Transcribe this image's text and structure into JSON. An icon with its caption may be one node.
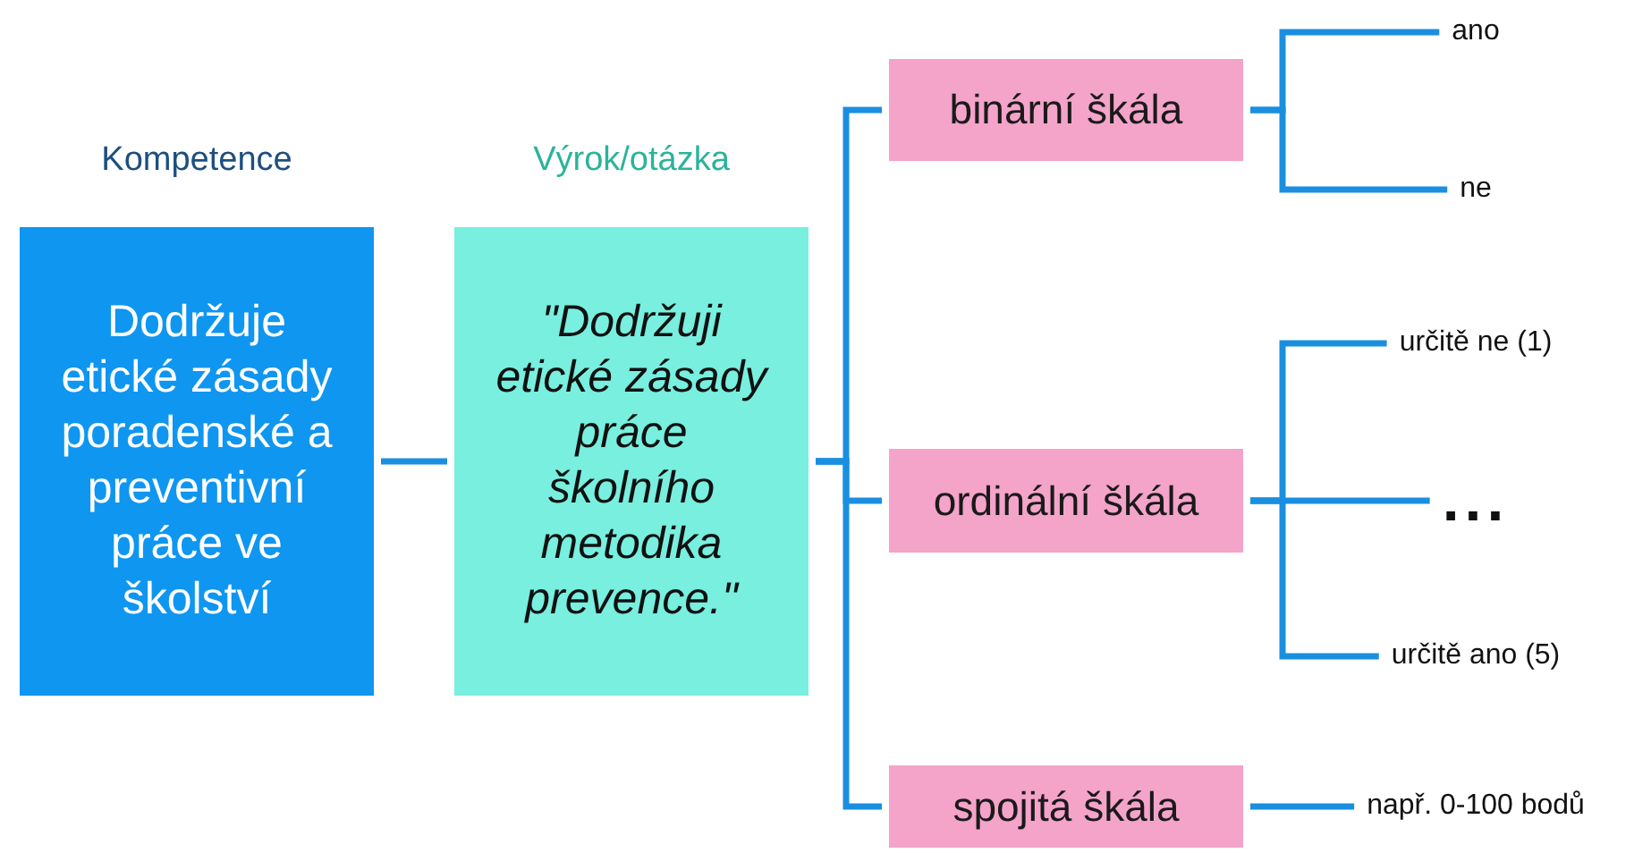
{
  "diagram": {
    "nodes": [
      {
        "text": [
          "Kompetence",
          "Dodržuje etické zásady poradenské a preventivní práce ve školství"
        ]
      },
      {
        "text": [
          "Výrok/otázka",
          "\"Dodržuji etické zásady práce školního metodika prevence.\""
        ]
      },
      {
        "text": [
          "binární škála"
        ]
      },
      {
        "text": [
          "ordinální škála"
        ]
      },
      {
        "text": [
          "spojitá škála"
        ]
      },
      {
        "text": [
          "ano"
        ]
      },
      {
        "text": [
          "ne"
        ]
      },
      {
        "text": [
          "určitě ne (1)"
        ]
      },
      {
        "text": [
          "..."
        ]
      },
      {
        "text": [
          "určitě ano (5)"
        ]
      },
      {
        "text": [
          "např. 0-100 bodů"
        ]
      }
    ],
    "edges": [
      {
        "from": 0,
        "to": 1,
        "arrow": "none"
      },
      {
        "from": 1,
        "to": 2,
        "arrow": "none"
      },
      {
        "from": 1,
        "to": 3,
        "arrow": "none"
      },
      {
        "from": 1,
        "to": 4,
        "arrow": "none"
      },
      {
        "from": 2,
        "to": 5,
        "arrow": "none"
      },
      {
        "from": 2,
        "to": 6,
        "arrow": "none"
      },
      {
        "from": 3,
        "to": 7,
        "arrow": "none"
      },
      {
        "from": 3,
        "to": 8,
        "arrow": "none"
      },
      {
        "from": 3,
        "to": 9,
        "arrow": "none"
      },
      {
        "from": 4,
        "to": 10,
        "arrow": "none"
      }
    ]
  }
}
